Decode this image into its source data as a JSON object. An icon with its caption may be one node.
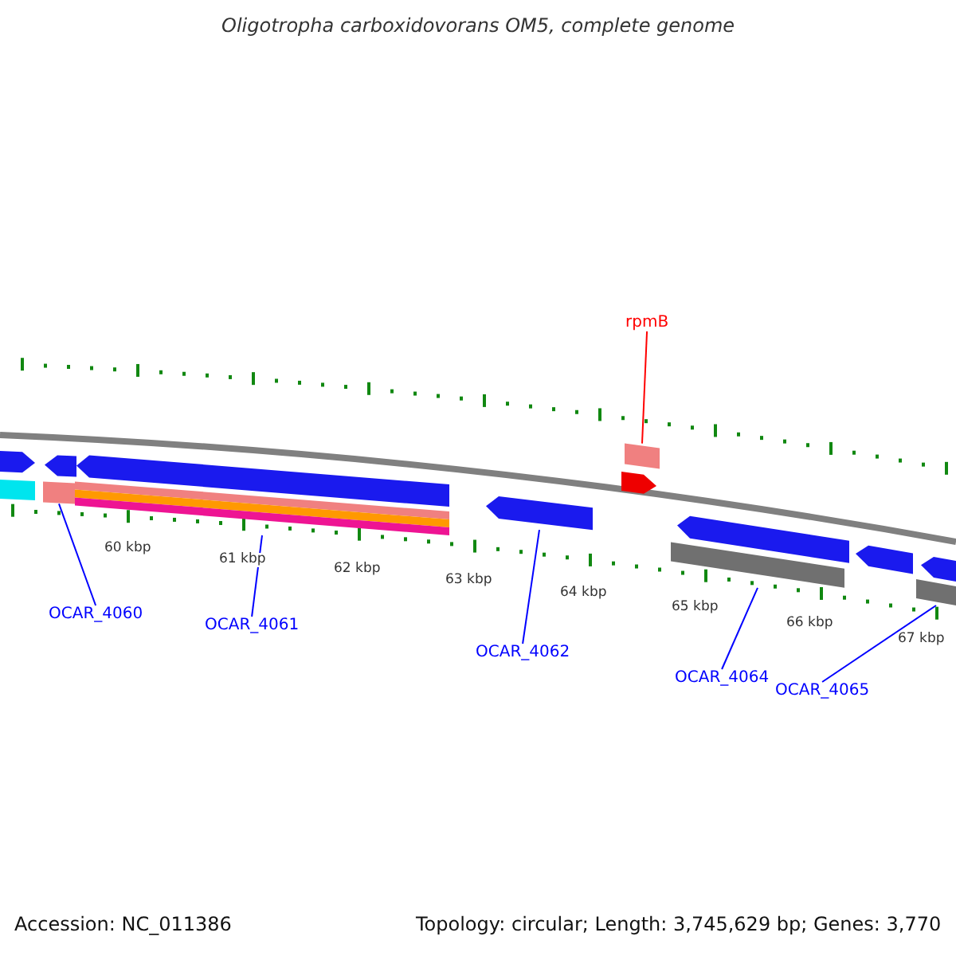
{
  "diagram": {
    "title": "Oligotropha carboxidovorans OM5, complete genome",
    "nodes": [
      {
        "text": [
          "rpmB"
        ]
      },
      {
        "text": [],
        "shape": "bar"
      },
      {
        "text": [
          "OCAR_4060"
        ]
      },
      {
        "text": [],
        "shape": "bar"
      },
      {
        "text": [
          "OCAR_4061"
        ]
      },
      {
        "text": [],
        "shape": "bar"
      },
      {
        "text": [
          "OCAR_4062"
        ]
      },
      {
        "text": [],
        "shape": "bar"
      },
      {
        "text": [
          "OCAR_4064"
        ]
      },
      {
        "text": [],
        "shape": "bar"
      },
      {
        "text": [
          "OCAR_4065"
        ]
      },
      {
        "text": [],
        "shape": "bar"
      }
    ],
    "edges": [
      {
        "from": 0,
        "to": 1,
        "arrow": "none",
        "color": "#ff0000"
      },
      {
        "from": 2,
        "to": 3,
        "arrow": "none"
      },
      {
        "from": 4,
        "to": 5,
        "arrow": "none"
      },
      {
        "from": 6,
        "to": 7,
        "arrow": "none"
      },
      {
        "from": 8,
        "to": 9,
        "arrow": "none"
      },
      {
        "from": 10,
        "to": 11,
        "arrow": "none"
      }
    ],
    "labels": [
      "60 kbp",
      "61 kbp",
      "62 kbp",
      "63 kbp",
      "64 kbp",
      "65 kbp",
      "66 kbp",
      "67 kbp",
      "Accession: NC_011386",
      "Topology: circular; Length: 3,745,629 bp; Genes: 3,770"
    ]
  }
}
